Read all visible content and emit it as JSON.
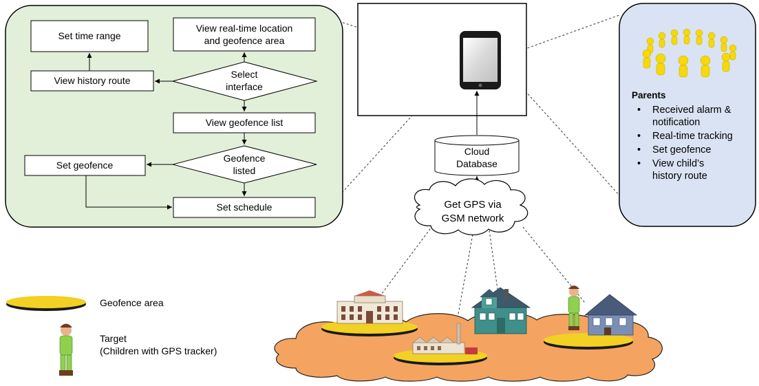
{
  "flowchart": {
    "set_time_range": "Set time range",
    "view_realtime_1": "View real-time location",
    "view_realtime_2": "and geofence area",
    "view_history_route": "View history route",
    "select_interface_1": "Select",
    "select_interface_2": "interface",
    "view_geofence_list": "View geofence list",
    "set_geofence": "Set geofence",
    "geofence_listed_1": "Geofence",
    "geofence_listed_2": "listed",
    "set_schedule": "Set schedule"
  },
  "cloud_database": {
    "line1": "Cloud",
    "line2": "Database"
  },
  "gps_cloud": {
    "line1": "Get GPS via",
    "line2": "GSM network"
  },
  "parents_panel": {
    "title": "Parents",
    "bullet_char": "•",
    "items": [
      [
        "Received alarm &",
        "notification"
      ],
      [
        "Real-time tracking"
      ],
      [
        "Set geofence"
      ],
      [
        "View child’s",
        "history route"
      ]
    ]
  },
  "legend": {
    "geofence_area": "Geofence area",
    "target_1": "Target",
    "target_2": "(Children with GPS tracker)"
  },
  "colors": {
    "flow_panel_bg": "#e2efd9",
    "parents_panel_bg": "#dae3f3",
    "geofence_yellow": "#f2d024",
    "land_orange": "#f4a460",
    "child_green": "#8fd14f"
  }
}
